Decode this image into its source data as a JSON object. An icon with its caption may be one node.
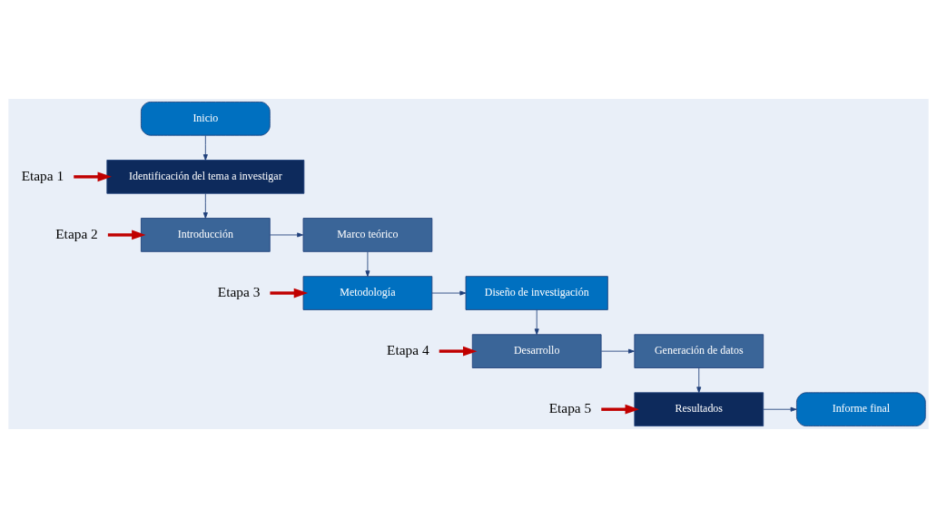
{
  "diagram": {
    "nodes": [
      {
        "text": [
          "Inicio"
        ]
      },
      {
        "text": [
          "Identificación del tema a investigar"
        ]
      },
      {
        "text": [
          "Introducción"
        ]
      },
      {
        "text": [
          "Marco teórico"
        ]
      },
      {
        "text": [
          "Metodología"
        ]
      },
      {
        "text": [
          "Diseño de investigación"
        ]
      },
      {
        "text": [
          "Desarrollo"
        ]
      },
      {
        "text": [
          "Generación de datos"
        ]
      },
      {
        "text": [
          "Resultados"
        ]
      },
      {
        "text": [
          "Informe final"
        ]
      },
      {
        "text": [
          "Etapa 1"
        ]
      },
      {
        "text": [
          "Etapa 2"
        ]
      },
      {
        "text": [
          "Etapa 3"
        ]
      },
      {
        "text": [
          "Etapa 4"
        ]
      },
      {
        "text": [
          "Etapa 5"
        ]
      }
    ],
    "edges": [
      {
        "from": 0,
        "to": 1,
        "arrow": "to"
      },
      {
        "from": 1,
        "to": 2,
        "arrow": "to"
      },
      {
        "from": 2,
        "to": 3,
        "arrow": "to"
      },
      {
        "from": 3,
        "to": 4,
        "arrow": "to"
      },
      {
        "from": 4,
        "to": 5,
        "arrow": "to"
      },
      {
        "from": 5,
        "to": 6,
        "arrow": "to"
      },
      {
        "from": 6,
        "to": 7,
        "arrow": "to"
      },
      {
        "from": 7,
        "to": 8,
        "arrow": "to"
      },
      {
        "from": 8,
        "to": 9,
        "arrow": "to"
      },
      {
        "from": 10,
        "to": 1,
        "arrow": "to",
        "style": "thick",
        "color": "#c00000"
      },
      {
        "from": 11,
        "to": 2,
        "arrow": "to",
        "style": "thick",
        "color": "#c00000"
      },
      {
        "from": 12,
        "to": 4,
        "arrow": "to",
        "style": "thick",
        "color": "#c00000"
      },
      {
        "from": 13,
        "to": 6,
        "arrow": "to",
        "style": "thick",
        "color": "#c00000"
      },
      {
        "from": 14,
        "to": 8,
        "arrow": "to",
        "style": "thick",
        "color": "#c00000"
      }
    ]
  }
}
